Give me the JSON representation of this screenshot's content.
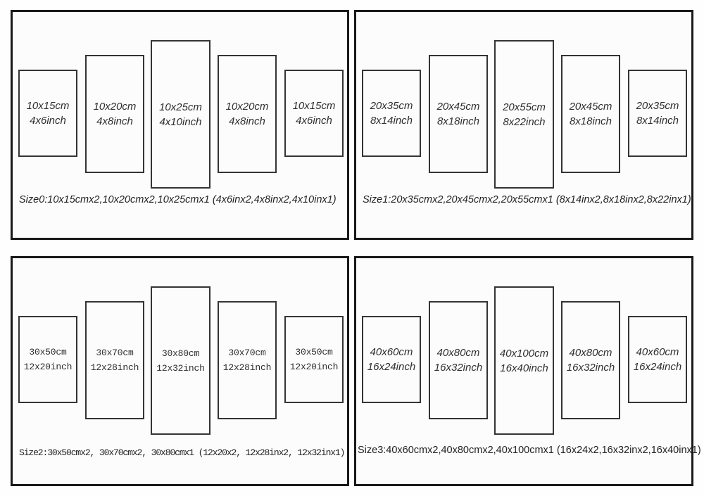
{
  "colors": {
    "outer_border": "#191919",
    "piece_border": "#343434",
    "text": "#2b2b2b",
    "background": "#fcfcfc"
  },
  "panels": [
    {
      "name": "Size0",
      "caption": "Size0:10x15cmx2,10x20cmx2,10x25cmx1 (4x6inx2,4x8inx2,4x10inx1)",
      "pieces": [
        {
          "cm": "10x15cm",
          "inch": "4x6inch"
        },
        {
          "cm": "10x20cm",
          "inch": "4x8inch"
        },
        {
          "cm": "10x25cm",
          "inch": "4x10inch"
        },
        {
          "cm": "10x20cm",
          "inch": "4x8inch"
        },
        {
          "cm": "10x15cm",
          "inch": "4x6inch"
        }
      ]
    },
    {
      "name": "Size1",
      "caption": "Size1:20x35cmx2,20x45cmx2,20x55cmx1 (8x14inx2,8x18inx2,8x22inx1)",
      "pieces": [
        {
          "cm": "20x35cm",
          "inch": "8x14inch"
        },
        {
          "cm": "20x45cm",
          "inch": "8x18inch"
        },
        {
          "cm": "20x55cm",
          "inch": "8x22inch"
        },
        {
          "cm": "20x45cm",
          "inch": "8x18inch"
        },
        {
          "cm": "20x35cm",
          "inch": "8x14inch"
        }
      ]
    },
    {
      "name": "Size2",
      "caption": "Size2:30x50cmx2, 30x70cmx2, 30x80cmx1  (12x20x2, 12x28inx2, 12x32inx1)",
      "pieces": [
        {
          "cm": "30x50cm",
          "inch": "12x20inch"
        },
        {
          "cm": "30x70cm",
          "inch": "12x28inch"
        },
        {
          "cm": "30x80cm",
          "inch": "12x32inch"
        },
        {
          "cm": "30x70cm",
          "inch": "12x28inch"
        },
        {
          "cm": "30x50cm",
          "inch": "12x20inch"
        }
      ]
    },
    {
      "name": "Size3",
      "caption": "Size3:40x60cmx2,40x80cmx2,40x100cmx1 (16x24x2,16x32inx2,16x40inx1)",
      "pieces": [
        {
          "cm": "40x60cm",
          "inch": "16x24inch"
        },
        {
          "cm": "40x80cm",
          "inch": "16x32inch"
        },
        {
          "cm": "40x100cm",
          "inch": "16x40inch"
        },
        {
          "cm": "40x80cm",
          "inch": "16x32inch"
        },
        {
          "cm": "40x60cm",
          "inch": "16x24inch"
        }
      ]
    }
  ]
}
